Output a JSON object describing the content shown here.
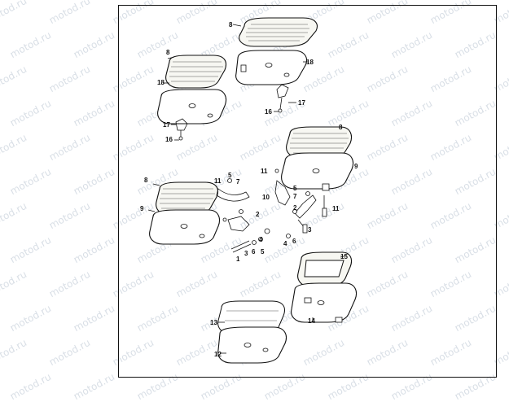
{
  "watermark": {
    "text": "motod.ru"
  },
  "callouts": {
    "c8a": "8",
    "c18a": "18",
    "c17a": "17",
    "c16a": "16",
    "c8b": "8",
    "c18b": "18",
    "c17b": "17",
    "c16b": "16",
    "c8c": "8",
    "c9a": "9",
    "c11a": "11",
    "c10": "10",
    "c5a": "5",
    "c7a": "7",
    "c2a": "2",
    "c11b": "11",
    "c4a": "4",
    "c6a": "6",
    "c3a": "3",
    "c8d": "8",
    "c9b": "9",
    "c5b": "5",
    "c11c": "11",
    "c7b": "7",
    "c2b": "2",
    "c4b": "4",
    "c1": "1",
    "c3b": "3",
    "c6b": "6",
    "c5c": "5",
    "c15": "15",
    "c14": "14",
    "c13": "13",
    "c12": "12"
  },
  "colors": {
    "line": "#111111",
    "watermark": "#d9dfe6",
    "background": "#ffffff"
  }
}
